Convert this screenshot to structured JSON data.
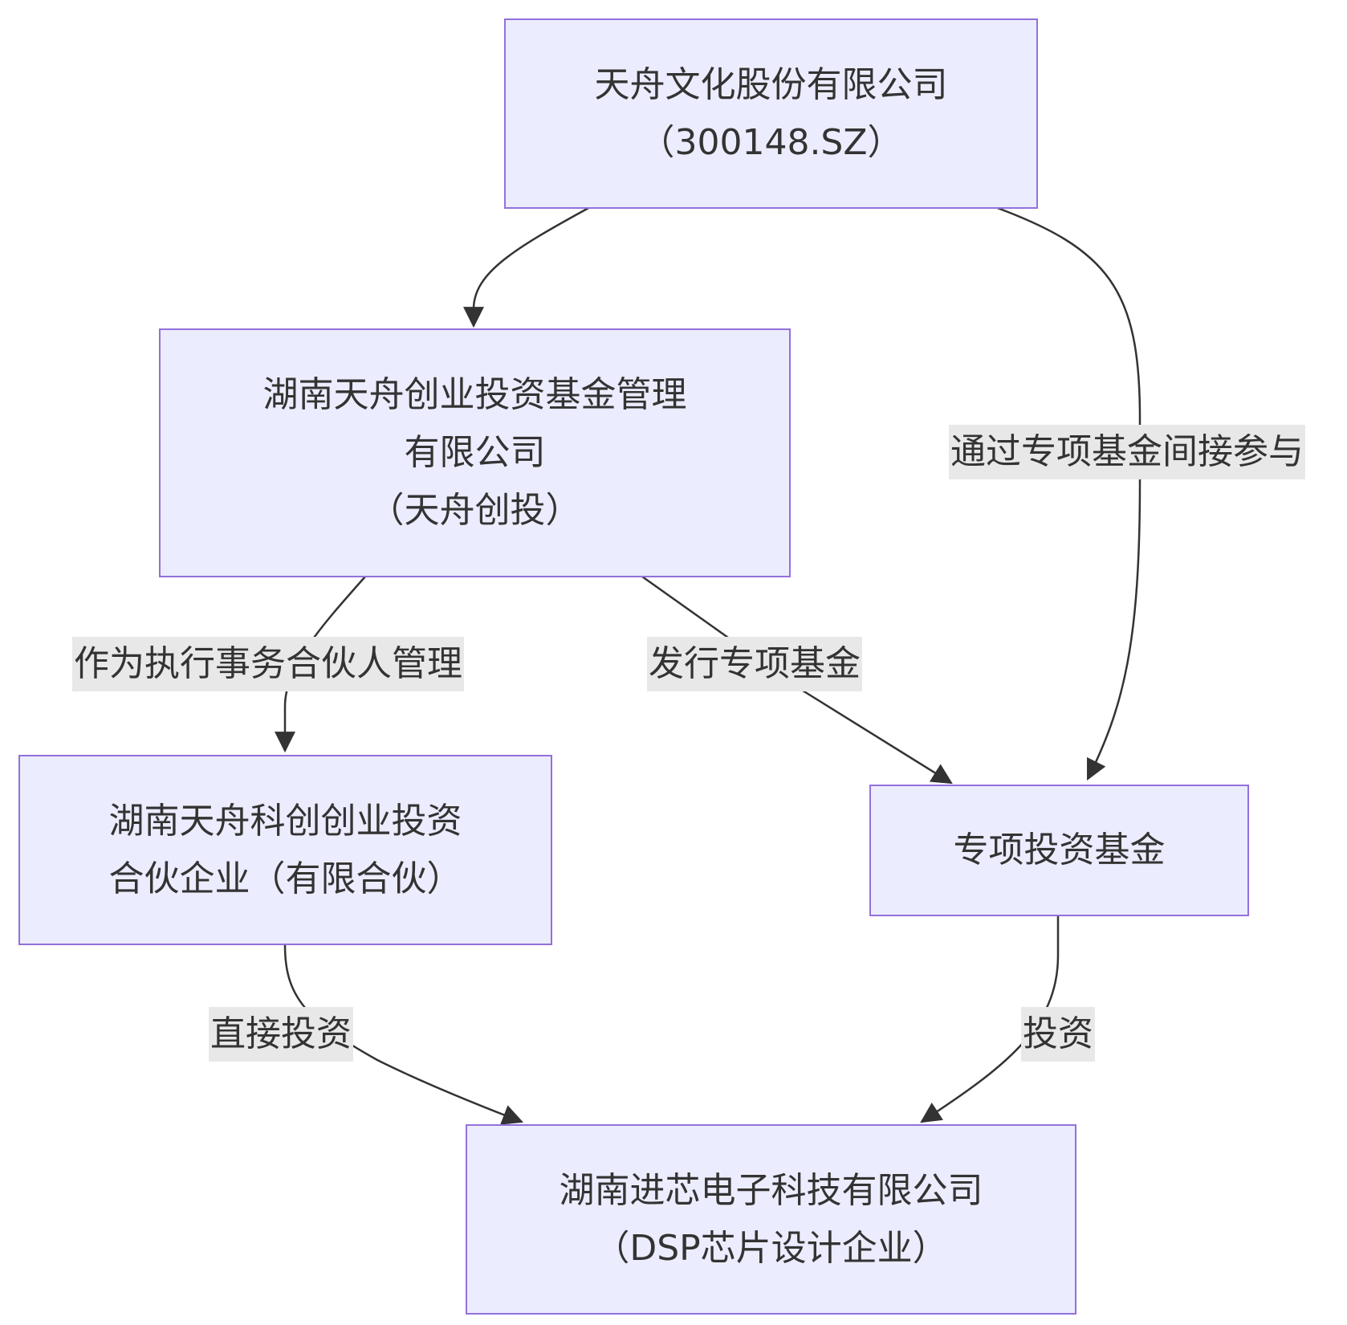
{
  "diagram": {
    "colors": {
      "node_fill": "#ECECFF",
      "node_border": "#9370DB",
      "edge": "#333333",
      "label_bg": "#e8e8e8",
      "text": "#333333"
    },
    "nodes": {
      "parent": {
        "line1": "天舟文化股份有限公司",
        "line2": "（300148.SZ）"
      },
      "gp": {
        "line1": "湖南天舟创业投资基金管理",
        "line2": "有限公司",
        "line3": "（天舟创投）"
      },
      "lp": {
        "line1": "湖南天舟科创创业投资",
        "line2": "合伙企业（有限合伙）"
      },
      "fund": {
        "line1": "专项投资基金"
      },
      "target": {
        "line1": "湖南进芯电子科技有限公司",
        "line2": "（DSP芯片设计企业）"
      }
    },
    "edges": {
      "parent_to_fund": "通过专项基金间接参与",
      "gp_to_lp": "作为执行事务合伙人管理",
      "gp_to_fund": "发行专项基金",
      "lp_to_target": "直接投资",
      "fund_to_target": "投资"
    }
  }
}
